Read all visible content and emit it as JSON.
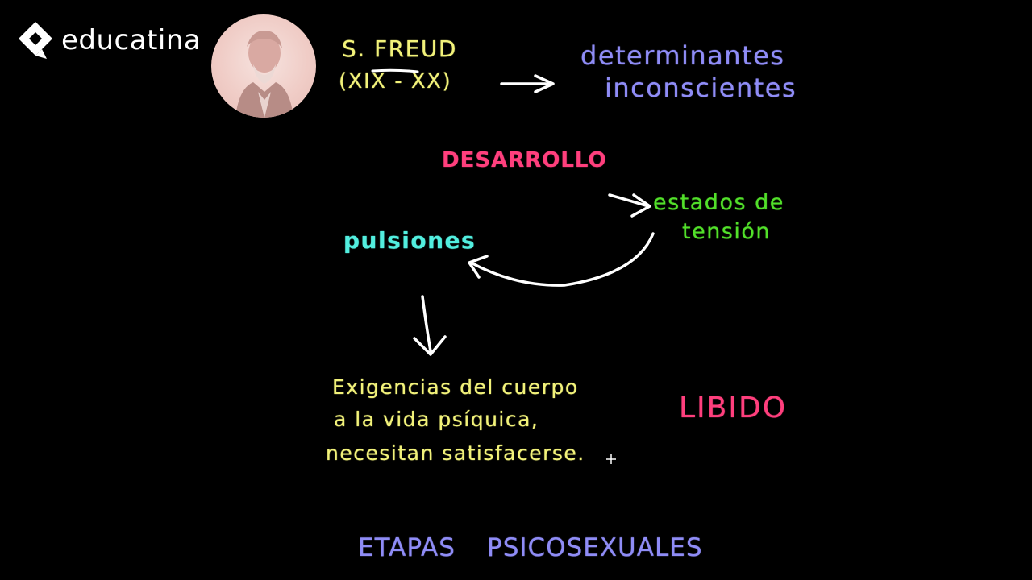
{
  "logo": {
    "text": "educatina",
    "icon": "educatina-logo-icon"
  },
  "portrait": {
    "icon": "freud-portrait"
  },
  "board": {
    "freud_name": "S. FREUD",
    "freud_years": "(XIX - XX)",
    "determinantes": "determinantes",
    "inconscientes": "inconscientes",
    "desarrollo": "DESARROLLO",
    "estados": "estados de",
    "tension": "tensión",
    "pulsiones": "pulsiones",
    "exigencias_1": "Exigencias del cuerpo",
    "exigencias_2": "a la vida psíquica,",
    "exigencias_3": "necesitan satisfacerse.",
    "libido": "LIBIDO",
    "etapas": "ETAPAS",
    "psicosexuales": "PSICOSEXUALES"
  },
  "colors": {
    "background": "#000000",
    "yellow": "#f2f27a",
    "blue": "#8f8cf6",
    "pink": "#ff3f7d",
    "green": "#52e02a",
    "cyan": "#52eedf",
    "white": "#ffffff"
  }
}
